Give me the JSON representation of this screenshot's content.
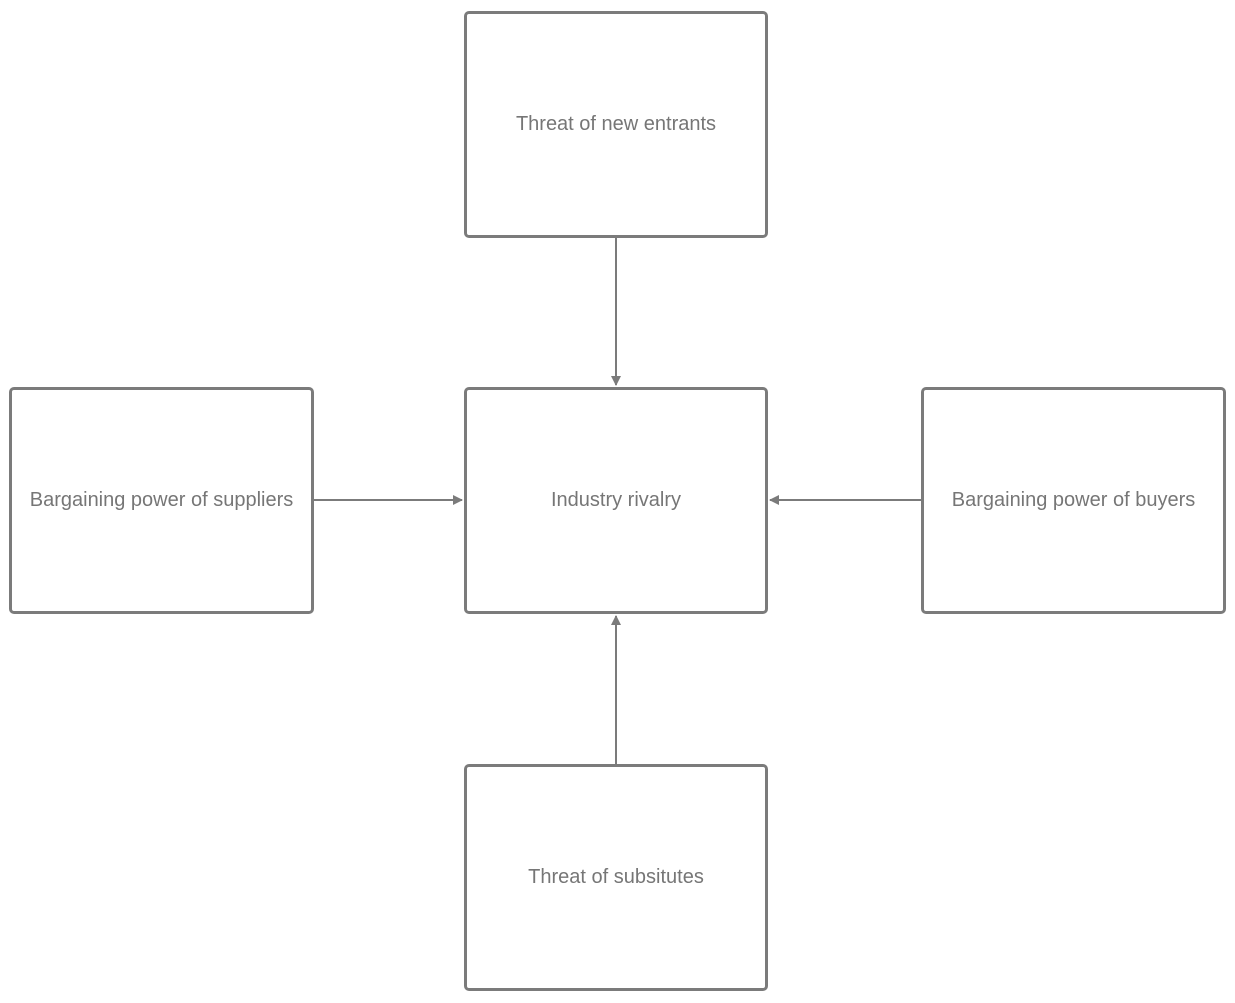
{
  "diagram": {
    "nodes": {
      "top": {
        "label": "Threat of new entrants"
      },
      "center": {
        "label": "Industry rivalry"
      },
      "left": {
        "label": "Bargaining power of suppliers"
      },
      "right": {
        "label": "Bargaining power of buyers"
      },
      "bottom": {
        "label": "Threat of subsitutes"
      }
    },
    "edges": [
      {
        "from": "Threat of new entrants",
        "to": "Industry rivalry"
      },
      {
        "from": "Bargaining power of suppliers",
        "to": "Industry rivalry"
      },
      {
        "from": "Bargaining power of buyers",
        "to": "Industry rivalry"
      },
      {
        "from": "Threat of subsitutes",
        "to": "Industry rivalry"
      }
    ],
    "colors": {
      "stroke": "#7b7b7b",
      "text": "#767676",
      "background": "#ffffff"
    }
  }
}
